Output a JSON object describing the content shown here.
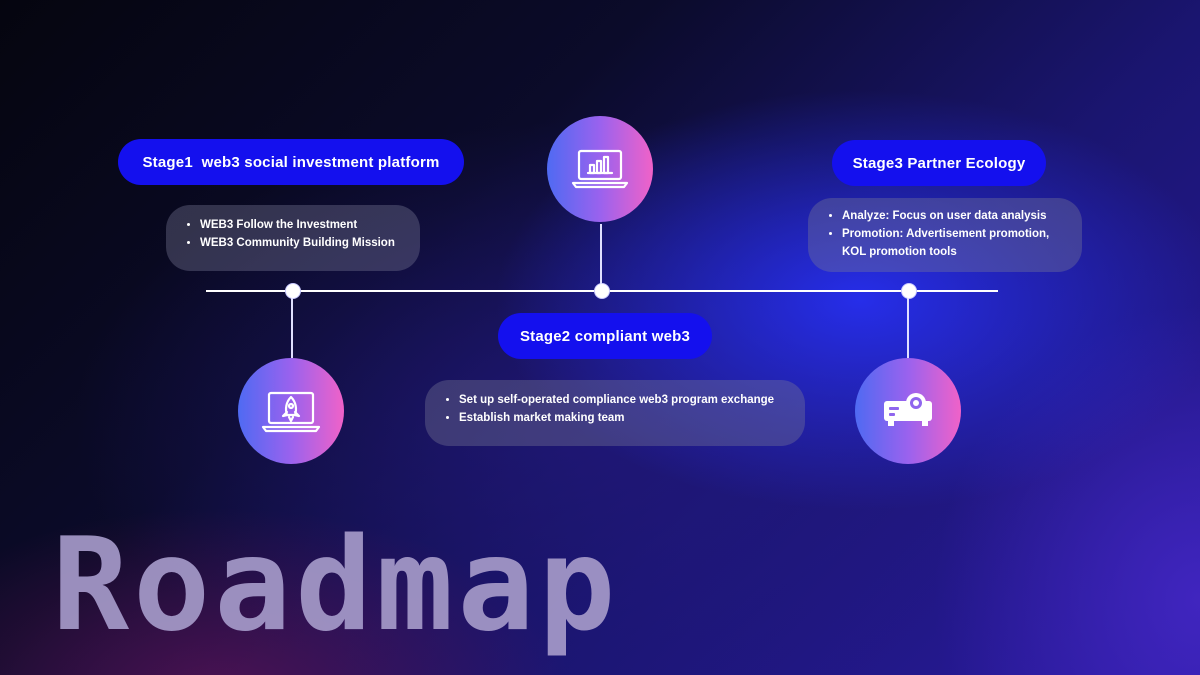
{
  "title": "Roadmap",
  "stages": [
    {
      "title": "Stage1  web3 social investment platform",
      "bullets": [
        "WEB3 Follow the Investment",
        "WEB3 Community Building Mission"
      ],
      "icon": "laptop-rocket-icon"
    },
    {
      "title": "Stage2 compliant web3",
      "bullets": [
        "Set up self-operated compliance web3 program exchange",
        "Establish market making team"
      ],
      "icon": "laptop-chart-icon"
    },
    {
      "title": "Stage3 Partner Ecology",
      "bullets": [
        "Analyze: Focus on user data analysis",
        "Promotion:  Advertisement  promotion,",
        "KOL promotion tools"
      ],
      "icon": "projector-icon"
    }
  ],
  "colors": {
    "title_pill": "#1410ee",
    "icon_gradient": [
      "#4f6af2",
      "#f062c8"
    ],
    "roadmap_text": "#a59ac9"
  }
}
